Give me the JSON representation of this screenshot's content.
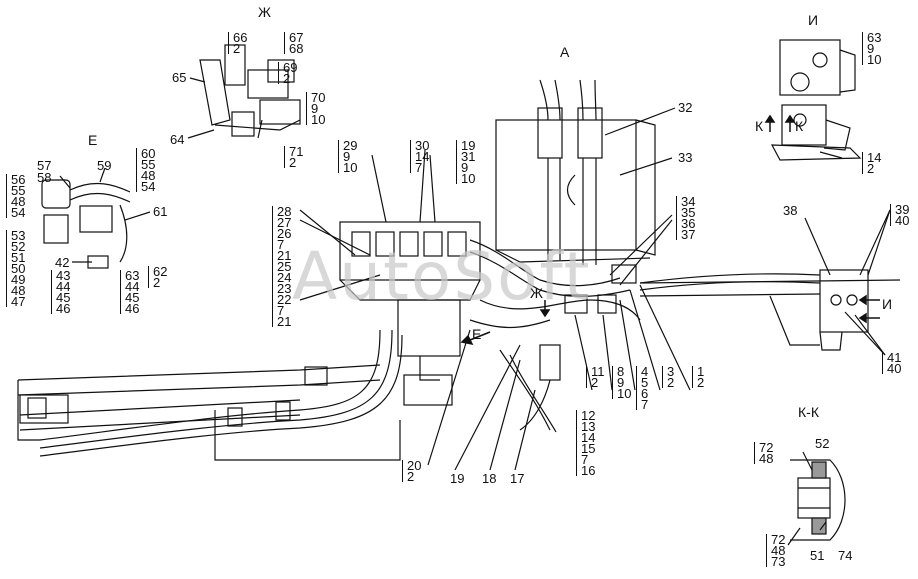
{
  "views": {
    "zh": "Ж",
    "a": "А",
    "i": "И",
    "e": "Е",
    "kk": "К-К",
    "k_left": "К",
    "k_right": "К",
    "zh_arrow": "Ж",
    "e_arrow": "Е",
    "i_arrow": "И"
  },
  "watermark": "AutoSoft",
  "stacks": {
    "s_66": [
      "66",
      "2"
    ],
    "s_67": [
      "67",
      "68"
    ],
    "s_69": [
      "69",
      "2"
    ],
    "s_70": [
      "70",
      "9",
      "10"
    ],
    "s_71": [
      "71",
      "2"
    ],
    "s_63top": [
      "63",
      "9",
      "10"
    ],
    "s_14": [
      "14",
      "2"
    ],
    "s_56": [
      "56",
      "55",
      "48",
      "54"
    ],
    "s_60": [
      "60",
      "55",
      "48",
      "54"
    ],
    "s_53": [
      "53",
      "52",
      "51",
      "50",
      "49",
      "48",
      "47"
    ],
    "s_43": [
      "43",
      "44",
      "45",
      "46"
    ],
    "s_63": [
      "63",
      "44",
      "45",
      "46"
    ],
    "s_62": [
      "62",
      "2"
    ],
    "s_28": [
      "28",
      "27",
      "26",
      "7",
      "21",
      "25",
      "24",
      "23",
      "22",
      "7",
      "21"
    ],
    "s_29": [
      "29",
      "9",
      "10"
    ],
    "s_30": [
      "30",
      "14",
      "7"
    ],
    "s_19": [
      "19",
      "31",
      "9",
      "10"
    ],
    "s_34": [
      "34",
      "35",
      "36",
      "37"
    ],
    "s_39": [
      "39",
      "40"
    ],
    "s_41": [
      "41",
      "40"
    ],
    "s_11": [
      "11",
      "2"
    ],
    "s_8": [
      "8",
      "9",
      "10"
    ],
    "s_4": [
      "4",
      "5",
      "6",
      "7"
    ],
    "s_3": [
      "3",
      "2"
    ],
    "s_1": [
      "1",
      "2"
    ],
    "s_12": [
      "12",
      "13",
      "14",
      "15",
      "7",
      "16"
    ],
    "s_20": [
      "20",
      "2"
    ],
    "s_72top": [
      "72",
      "48"
    ],
    "s_72bot": [
      "72",
      "48",
      "73"
    ]
  },
  "labels": {
    "n65": "65",
    "n64": "64",
    "n57": "57",
    "n58": "58",
    "n59": "59",
    "n61": "61",
    "n42": "42",
    "n32": "32",
    "n33": "33",
    "n38": "38",
    "n19b": "19",
    "n18": "18",
    "n17": "17",
    "n52": "52",
    "n51": "51",
    "n74": "74"
  }
}
